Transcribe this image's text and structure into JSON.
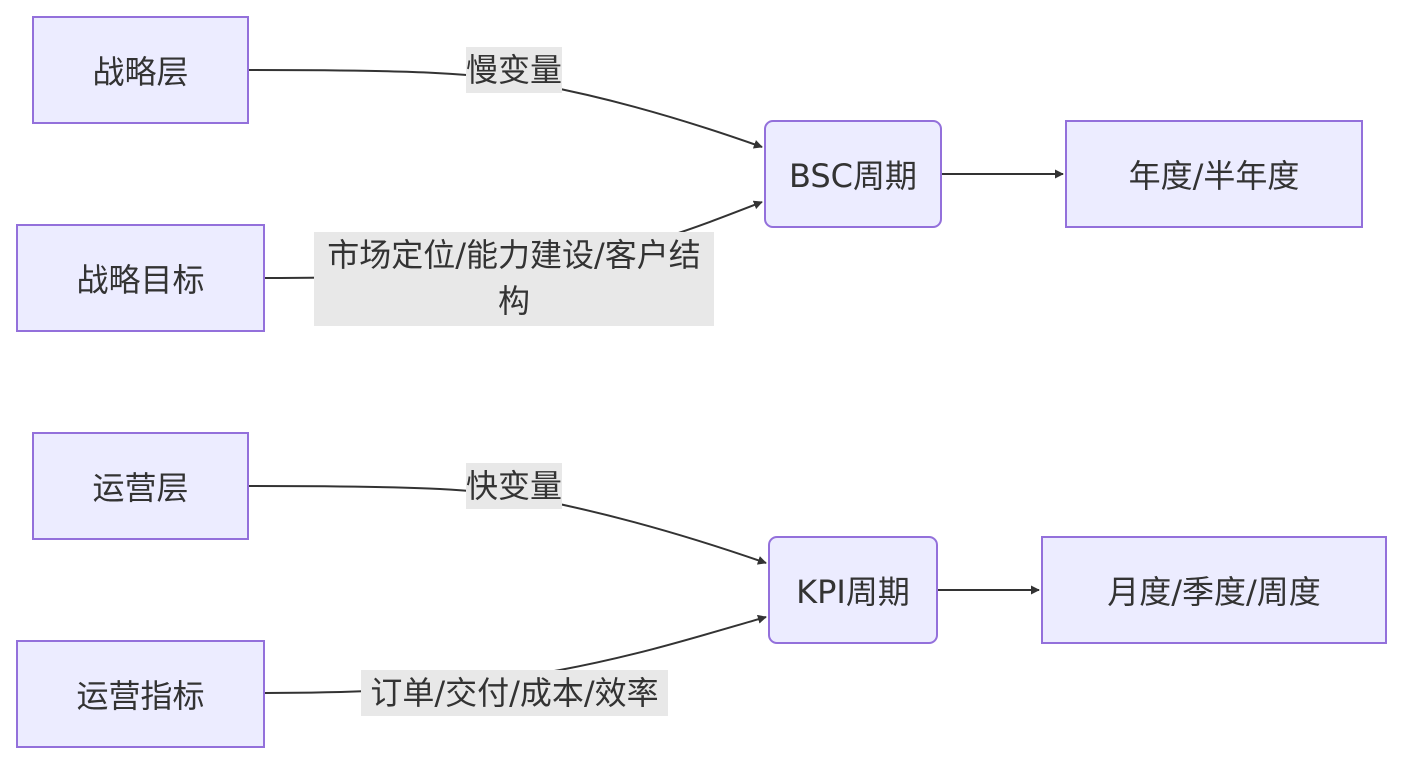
{
  "nodes": {
    "strategy_layer": "战略层",
    "strategy_goal": "战略目标",
    "bsc_cycle": "BSC周期",
    "bsc_period": "年度/半年度",
    "ops_layer": "运营层",
    "ops_metric": "运营指标",
    "kpi_cycle": "KPI周期",
    "kpi_period": "月度/季度/周度"
  },
  "edges": {
    "slow_var": "慢变量",
    "strategy_items": "市场定位/能力建设/客户结构",
    "fast_var": "快变量",
    "ops_items": "订单/交付/成本/效率"
  },
  "colors": {
    "node_fill": "#ececff",
    "node_border": "#9370db",
    "edge_line": "#333333",
    "label_bg": "#e8e8e8"
  }
}
